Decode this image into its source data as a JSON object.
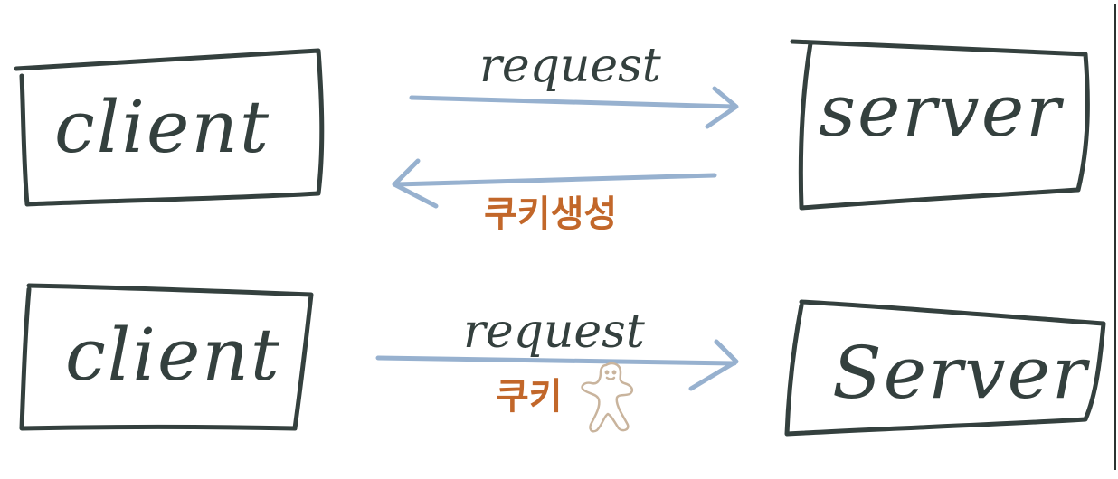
{
  "colors": {
    "ink": "#34403e",
    "arrow": "#97b1cf",
    "cookie_text": "#c2672a",
    "cookie_figure": "#c9b49d",
    "background": "#ffffff"
  },
  "diagram": {
    "top_row": {
      "client_label": "client",
      "server_label": "server",
      "request_label": "request",
      "response_label": "쿠키생성"
    },
    "bottom_row": {
      "client_label": "client",
      "server_label": "Server",
      "request_label": "request",
      "cookie_label": "쿠키"
    },
    "icons": {
      "cookie_figure": "gingerbread-man-icon"
    }
  }
}
